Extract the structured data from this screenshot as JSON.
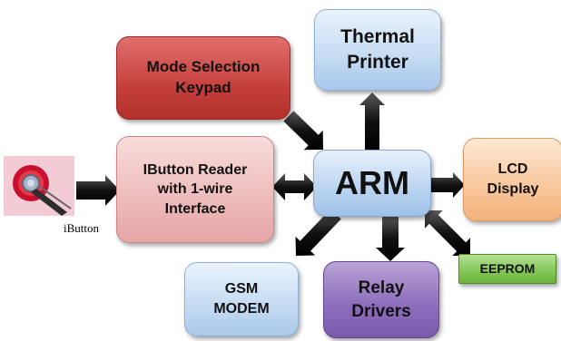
{
  "diagram": {
    "blocks": {
      "thermal_printer": [
        "Thermal",
        "Printer"
      ],
      "mode_selection": [
        "Mode Selection",
        "Keypad"
      ],
      "ibutton_reader": [
        "IButton Reader",
        "with 1-wire",
        "Interface"
      ],
      "arm": "ARM",
      "lcd_display": [
        "LCD",
        "Display"
      ],
      "gsm_modem": [
        "GSM",
        "MODEM"
      ],
      "relay_drivers": [
        "Relay",
        "Drivers"
      ],
      "eeprom": "EEPROM"
    },
    "ibutton_label": "iButton",
    "icons": {
      "ibutton_photo": "ibutton-key-icon"
    },
    "connections": [
      {
        "from": "ibutton",
        "to": "ibutton_reader",
        "direction": "one-way"
      },
      {
        "from": "mode_selection",
        "to": "arm",
        "direction": "one-way"
      },
      {
        "from": "arm",
        "to": "thermal_printer",
        "direction": "one-way"
      },
      {
        "from": "ibutton_reader",
        "to": "arm",
        "direction": "two-way"
      },
      {
        "from": "arm",
        "to": "lcd_display",
        "direction": "one-way"
      },
      {
        "from": "arm",
        "to": "gsm_modem",
        "direction": "one-way"
      },
      {
        "from": "arm",
        "to": "relay_drivers",
        "direction": "one-way"
      },
      {
        "from": "arm",
        "to": "eeprom",
        "direction": "two-way"
      }
    ],
    "colors": {
      "arrow": "#111111",
      "mode_selection": "#c6403c",
      "relay_drivers": "#8e6fbd",
      "eeprom": "#86c759",
      "lcd_display": "#f8c9a0",
      "ibutton_reader": "#efbdbd",
      "arm": "#bdd6f1"
    }
  }
}
